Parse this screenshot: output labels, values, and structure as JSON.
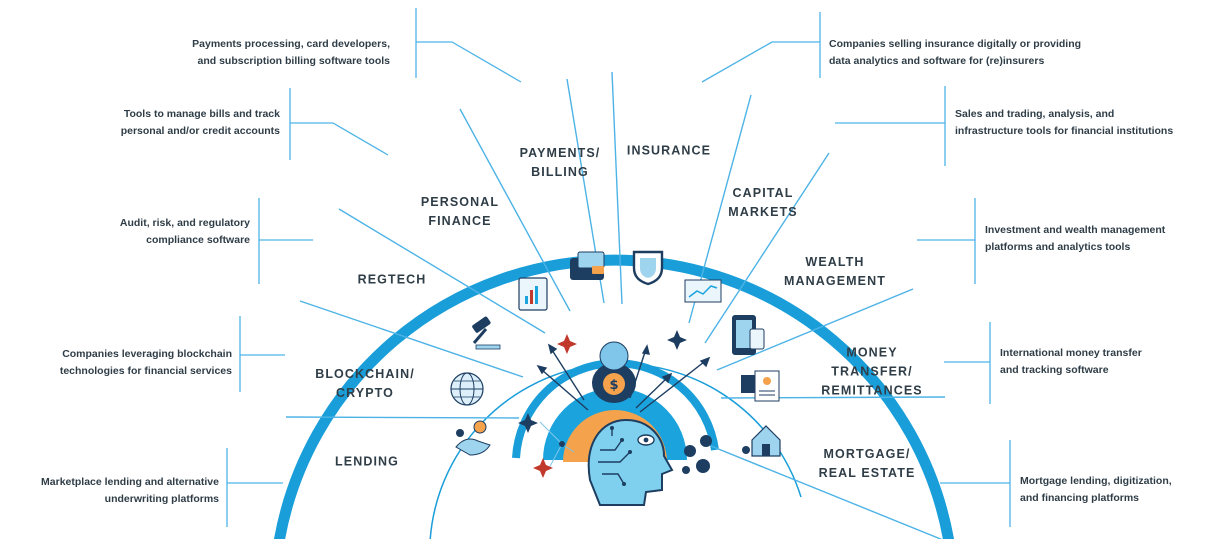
{
  "colors": {
    "ring": "#1a9ed9",
    "line": "#4db3e6",
    "text": "#2f3d47",
    "inner_blue": "#1aa3dc",
    "inner_orange": "#f4a24c",
    "navy": "#1d3d61"
  },
  "segments": [
    {
      "key": "lending",
      "label_lines": [
        "LENDING"
      ],
      "icon": "hands-coins-icon",
      "description_lines": [
        "Marketplace lending and alternative",
        "underwriting platforms"
      ]
    },
    {
      "key": "blockchain",
      "label_lines": [
        "BLOCKCHAIN/",
        "CRYPTO"
      ],
      "icon": "globe-network-icon",
      "description_lines": [
        "Companies leveraging blockchain",
        "technologies for financial services"
      ]
    },
    {
      "key": "regtech",
      "label_lines": [
        "REGTECH"
      ],
      "icon": "gavel-icon",
      "description_lines": [
        "Audit, risk, and regulatory",
        "compliance software"
      ]
    },
    {
      "key": "personal-finance",
      "label_lines": [
        "PERSONAL",
        "FINANCE"
      ],
      "icon": "tablet-chart-icon",
      "description_lines": [
        "Tools to manage bills and track",
        "personal and/or credit accounts"
      ]
    },
    {
      "key": "payments",
      "label_lines": [
        "PAYMENTS/",
        "BILLING"
      ],
      "icon": "wallet-card-icon",
      "description_lines": [
        "Payments processing, card developers,",
        "and subscription billing software tools"
      ]
    },
    {
      "key": "insurance",
      "label_lines": [
        "INSURANCE"
      ],
      "icon": "shield-icon",
      "description_lines": [
        "Companies selling insurance digitally or providing",
        "data analytics and software for (re)insurers"
      ]
    },
    {
      "key": "capital-markets",
      "label_lines": [
        "CAPITAL",
        "MARKETS"
      ],
      "icon": "stock-chart-icon",
      "description_lines": [
        "Sales and trading, analysis, and",
        "infrastructure tools for financial institutions"
      ]
    },
    {
      "key": "wealth",
      "label_lines": [
        "WEALTH",
        "MANAGEMENT"
      ],
      "icon": "phone-card-icon",
      "description_lines": [
        "Investment and wealth management",
        "platforms and analytics tools"
      ]
    },
    {
      "key": "money-transfer",
      "label_lines": [
        "MONEY",
        "TRANSFER/",
        "REMITTANCES"
      ],
      "icon": "documents-transfer-icon",
      "description_lines": [
        "International money transfer",
        "and tracking software"
      ]
    },
    {
      "key": "mortgage",
      "label_lines": [
        "MORTGAGE/",
        "REAL ESTATE"
      ],
      "icon": "house-icon",
      "description_lines": [
        "Mortgage lending, digitization,",
        "and financing platforms"
      ]
    }
  ],
  "center_icons": [
    "money-bag-icon",
    "ai-head-icon",
    "coins-icon",
    "sparkle-icon"
  ]
}
